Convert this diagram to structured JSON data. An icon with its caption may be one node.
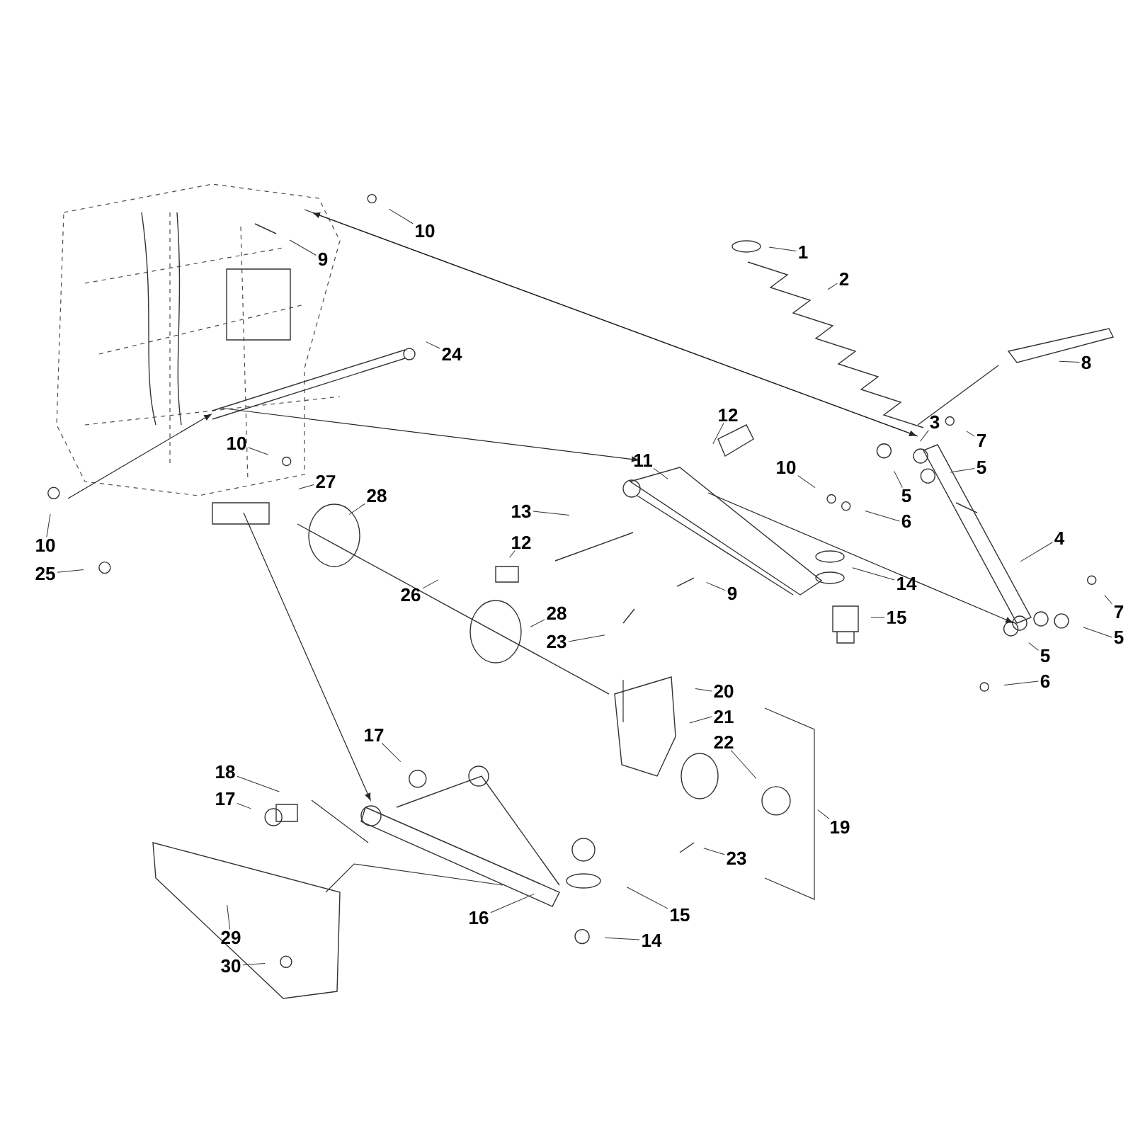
{
  "diagram": {
    "nodes": [
      {
        "text": [
          "10"
        ]
      },
      {
        "text": [
          "1"
        ]
      },
      {
        "text": [
          "9"
        ]
      },
      {
        "text": [
          "2"
        ]
      },
      {
        "text": [
          "24"
        ]
      },
      {
        "text": [
          "8"
        ]
      },
      {
        "text": [
          "12"
        ]
      },
      {
        "text": [
          "3"
        ]
      },
      {
        "text": [
          "7"
        ]
      },
      {
        "text": [
          "10"
        ]
      },
      {
        "text": [
          "11"
        ]
      },
      {
        "text": [
          "10"
        ]
      },
      {
        "text": [
          "5"
        ]
      },
      {
        "text": [
          "27"
        ]
      },
      {
        "text": [
          "28"
        ]
      },
      {
        "text": [
          "5"
        ]
      },
      {
        "text": [
          "13"
        ]
      },
      {
        "text": [
          "6"
        ]
      },
      {
        "text": [
          "4"
        ]
      },
      {
        "text": [
          "12"
        ]
      },
      {
        "text": [
          "10"
        ]
      },
      {
        "text": [
          "25"
        ]
      },
      {
        "text": [
          "14"
        ]
      },
      {
        "text": [
          "9"
        ]
      },
      {
        "text": [
          "26"
        ]
      },
      {
        "text": [
          "28"
        ]
      },
      {
        "text": [
          "7"
        ]
      },
      {
        "text": [
          "15"
        ]
      },
      {
        "text": [
          "23"
        ]
      },
      {
        "text": [
          "5"
        ]
      },
      {
        "text": [
          "5"
        ]
      },
      {
        "text": [
          "6"
        ]
      },
      {
        "text": [
          "20"
        ]
      },
      {
        "text": [
          "21"
        ]
      },
      {
        "text": [
          "22"
        ]
      },
      {
        "text": [
          "17"
        ]
      },
      {
        "text": [
          "18"
        ]
      },
      {
        "text": [
          "17"
        ]
      },
      {
        "text": [
          "19"
        ]
      },
      {
        "text": [
          "23"
        ]
      },
      {
        "text": [
          "15"
        ]
      },
      {
        "text": [
          "16"
        ]
      },
      {
        "text": [
          "29"
        ]
      },
      {
        "text": [
          "14"
        ]
      },
      {
        "text": [
          "30"
        ]
      }
    ],
    "edges": [
      {
        "from": 0,
        "to": null,
        "arrow": "none"
      },
      {
        "from": 1,
        "to": null,
        "arrow": "none"
      },
      {
        "from": 2,
        "to": null,
        "arrow": "none"
      },
      {
        "from": 3,
        "to": null,
        "arrow": "none"
      },
      {
        "from": 4,
        "to": null,
        "arrow": "none"
      },
      {
        "from": 5,
        "to": null,
        "arrow": "none"
      },
      {
        "from": 6,
        "to": null,
        "arrow": "none"
      },
      {
        "from": 7,
        "to": null,
        "arrow": "none"
      },
      {
        "from": 8,
        "to": null,
        "arrow": "none"
      },
      {
        "from": 9,
        "to": null,
        "arrow": "none"
      },
      {
        "from": 10,
        "to": null,
        "arrow": "none"
      },
      {
        "from": 11,
        "to": null,
        "arrow": "none"
      },
      {
        "from": 12,
        "to": null,
        "arrow": "none"
      },
      {
        "from": 13,
        "to": null,
        "arrow": "none"
      },
      {
        "from": 14,
        "to": null,
        "arrow": "none"
      },
      {
        "from": 15,
        "to": null,
        "arrow": "none"
      },
      {
        "from": 16,
        "to": null,
        "arrow": "none"
      },
      {
        "from": 17,
        "to": null,
        "arrow": "none"
      },
      {
        "from": 18,
        "to": null,
        "arrow": "none"
      },
      {
        "from": 19,
        "to": null,
        "arrow": "none"
      },
      {
        "from": 20,
        "to": null,
        "arrow": "none"
      },
      {
        "from": 21,
        "to": null,
        "arrow": "none"
      },
      {
        "from": 22,
        "to": null,
        "arrow": "none"
      },
      {
        "from": 23,
        "to": null,
        "arrow": "none"
      },
      {
        "from": 24,
        "to": null,
        "arrow": "none"
      },
      {
        "from": 25,
        "to": null,
        "arrow": "none"
      },
      {
        "from": 26,
        "to": null,
        "arrow": "none"
      },
      {
        "from": 27,
        "to": null,
        "arrow": "none"
      },
      {
        "from": 28,
        "to": null,
        "arrow": "none"
      },
      {
        "from": 29,
        "to": null,
        "arrow": "none"
      },
      {
        "from": 30,
        "to": null,
        "arrow": "none"
      },
      {
        "from": 31,
        "to": null,
        "arrow": "none"
      },
      {
        "from": 32,
        "to": null,
        "arrow": "none"
      },
      {
        "from": 33,
        "to": null,
        "arrow": "none"
      },
      {
        "from": 34,
        "to": null,
        "arrow": "none"
      },
      {
        "from": 35,
        "to": null,
        "arrow": "none"
      },
      {
        "from": 36,
        "to": null,
        "arrow": "none"
      },
      {
        "from": 37,
        "to": null,
        "arrow": "none"
      },
      {
        "from": 38,
        "to": null,
        "arrow": "none"
      },
      {
        "from": 39,
        "to": null,
        "arrow": "none"
      },
      {
        "from": 40,
        "to": null,
        "arrow": "none"
      },
      {
        "from": 41,
        "to": null,
        "arrow": "none"
      },
      {
        "from": 42,
        "to": null,
        "arrow": "none"
      },
      {
        "from": 43,
        "to": null,
        "arrow": "none"
      },
      {
        "from": 44,
        "to": null,
        "arrow": "none"
      }
    ]
  }
}
